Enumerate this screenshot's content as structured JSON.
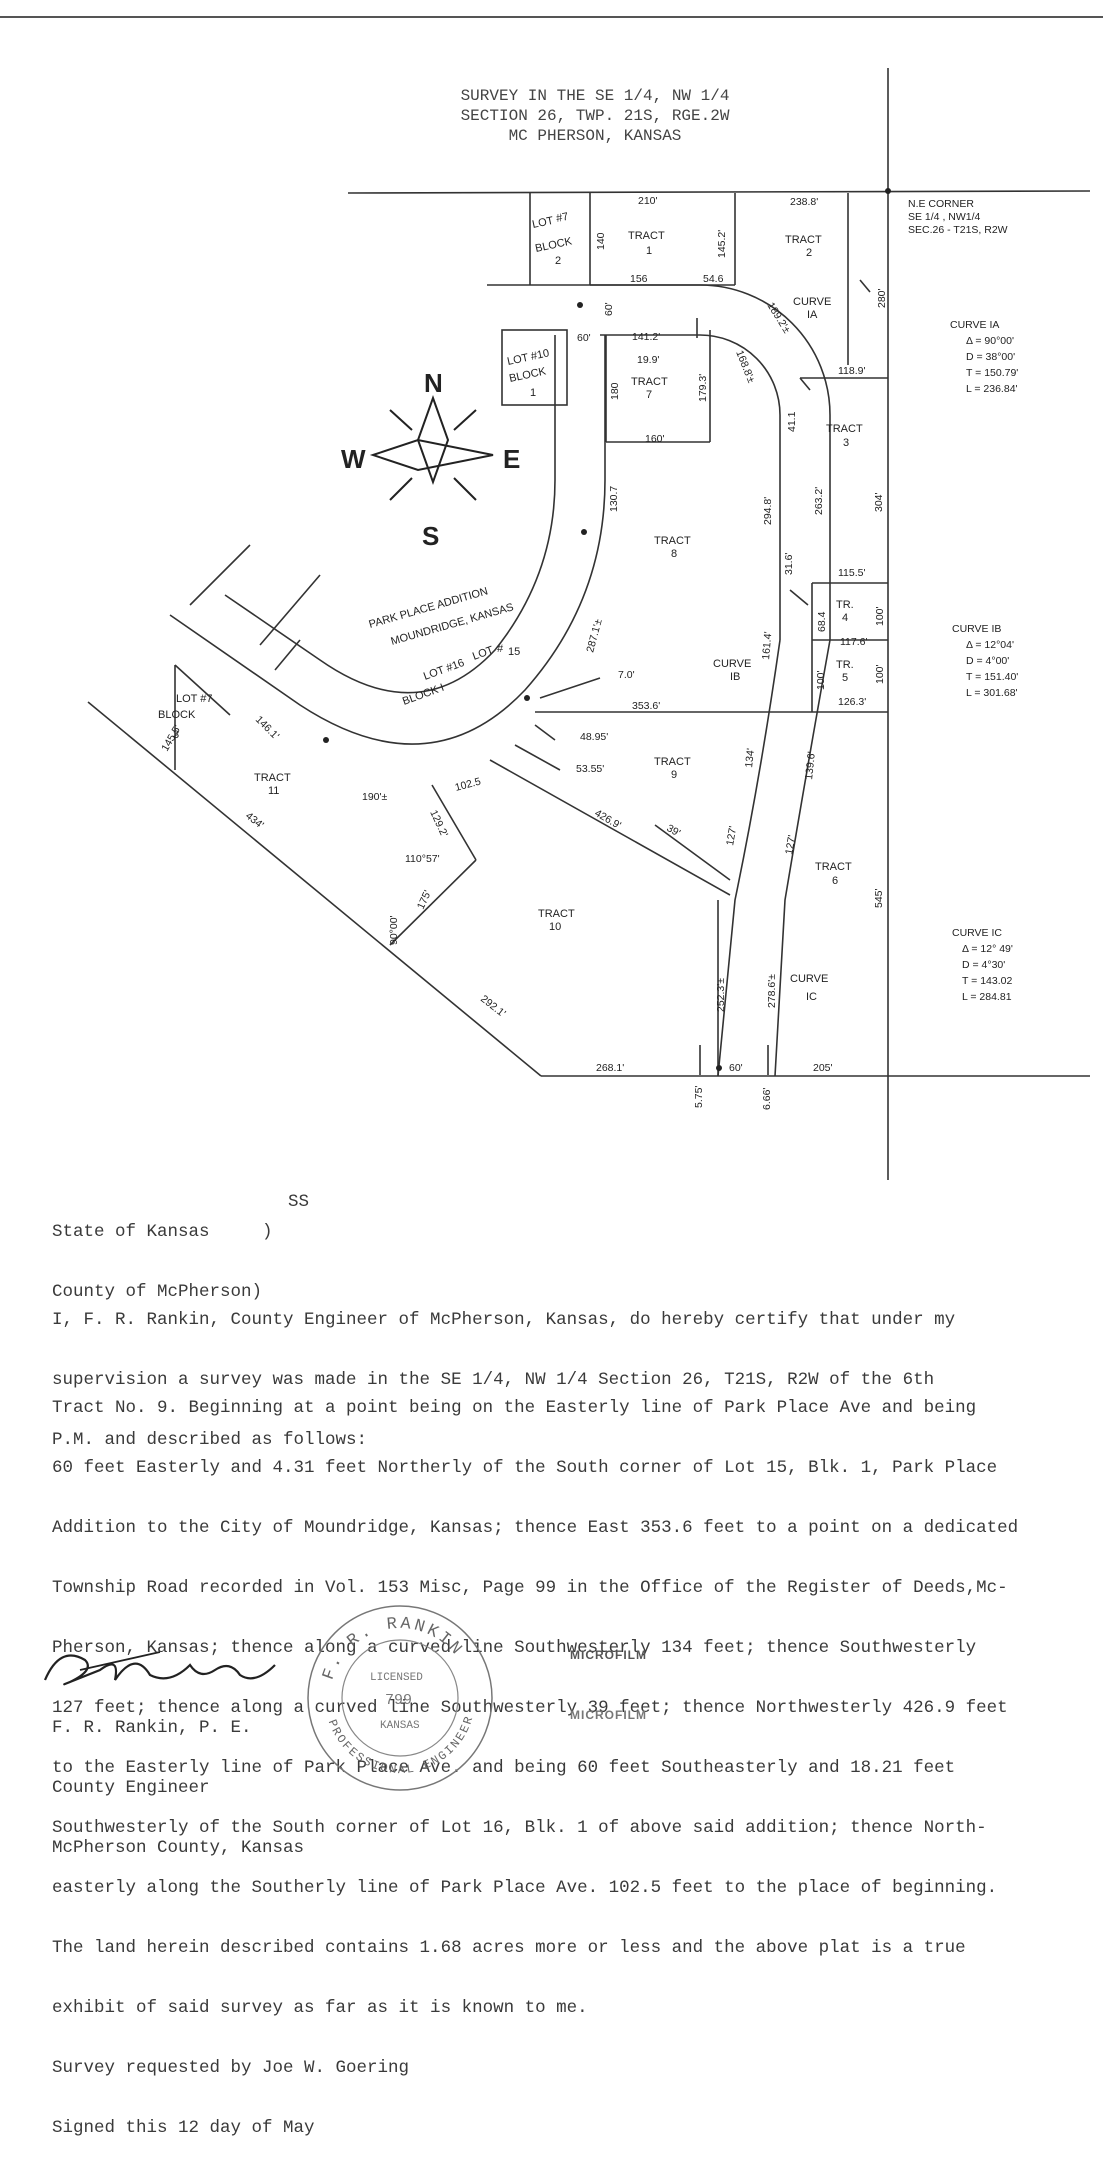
{
  "header": {
    "line1": "SURVEY IN THE SE 1/4, NW 1/4",
    "line2": "SECTION 26, TWP. 21S, RGE.2W",
    "line3": "MC PHERSON, KANSAS"
  },
  "plat": {
    "tracts": {
      "t1": "TRACT",
      "t1n": "1",
      "t2": "TRACT",
      "t2n": "2",
      "t3": "TRACT",
      "t3n": "3",
      "t4": "TR.",
      "t4n": "4",
      "t5": "TR.",
      "t5n": "5",
      "t6": "TRACT",
      "t6n": "6",
      "t7": "TRACT",
      "t7n": "7",
      "t8": "TRACT",
      "t8n": "8",
      "t9": "TRACT",
      "t9n": "9",
      "t10": "TRACT",
      "t10n": "10",
      "t11": "TRACT",
      "t11n": "11"
    },
    "lots": {
      "lot7b2a": "LOT",
      "lot7b2b": "#7",
      "lot7b2c": "BLOCK",
      "lot7b2d": "2",
      "lot10a": "LOT #10",
      "lot10b": "BLOCK",
      "lot10c": "1",
      "lot15a": "LOT",
      "lot15b": "#",
      "lot15c": "15",
      "lot16a": "LOT #16",
      "lot16b": "BLOCK I",
      "lot7b3a": "LOT #7",
      "lot7b3b": "BLOCK",
      "lot7b3c": "3"
    },
    "addition": {
      "line1": "PARK PLACE ADDITION",
      "line2": "MOUNDRIDGE, KANSAS"
    },
    "compass": {
      "n": "N",
      "s": "S",
      "e": "E",
      "w": "W"
    },
    "ne_corner": {
      "line1": "N.E CORNER",
      "line2": "SE 1/4 , NW1/4",
      "line3": "SEC.26 - T21S, R2W"
    },
    "curve_ia": {
      "title": "CURVE IA",
      "delta": "Δ = 90°00'",
      "d": "D = 38°00'",
      "t": "T = 150.79'",
      "l": "L = 236.84'"
    },
    "curve_ib": {
      "title": "CURVE IB",
      "delta": "Δ = 12°04'",
      "d": "D = 4°00'",
      "t": "T = 151.40'",
      "l": "L = 301.68'"
    },
    "curve_ic": {
      "title": "CURVE IC",
      "delta": "Δ = 12° 49'",
      "d": "D = 4°30'",
      "t": "T = 143.02",
      "l": "L = 284.81"
    },
    "curve_labels": {
      "ia1": "CURVE",
      "ia2": "IA",
      "ib1": "CURVE",
      "ib2": "IB",
      "ic1": "CURVE",
      "ic2": "IC"
    },
    "dims": {
      "d210": "210'",
      "d238": "238.8'",
      "d140": "140",
      "d145_2": "145.2'",
      "d280": "280'",
      "d156": "156",
      "d54_6": "54.6",
      "d60a": "60'",
      "d60b": "60'",
      "d189": "189.2'±",
      "d141": "141.2'",
      "d19": "19.9'",
      "d180": "180",
      "d179": "179.3'",
      "d168": "168.8'±",
      "d118": "118.9'",
      "d160": "160'",
      "d41": "41.1",
      "d130": "130.7",
      "d294": "294.8'",
      "d263": "263.2'",
      "d304": "304'",
      "d31": "31.6'",
      "d115": "115.5'",
      "d100a": "100'",
      "d68": "68.4",
      "d117": "117.6'",
      "d100b": "100'",
      "d100c": "100'",
      "d126": "126.3'",
      "d287": "287.1'±",
      "d7": "7.0'",
      "d353": "353.6'",
      "d161": "161.4'",
      "d145_5": "145.5'",
      "d146": "146.1'",
      "d48": "48.95'",
      "d53": "53.55'",
      "d134": "134'",
      "d139": "139.6'",
      "d190": "190'±",
      "d102": "102.5",
      "d426": "426.9'",
      "d39": "39'",
      "d127a": "127'",
      "d127b": "127'",
      "d129": "129.2'",
      "d110": "110°57'",
      "d434": "434'",
      "d90": "90°00'",
      "d175": "175'",
      "d545": "545'",
      "d252": "252.3'±",
      "d278": "278.6'±",
      "d292": "292.1'",
      "d268": "268.1'",
      "d60c": "60'",
      "d205": "205'",
      "d5_75": "5.75'",
      "d6_66": "6.66'"
    }
  },
  "venue": {
    "line1": "State of Kansas     )",
    "line2": "County of McPherson)",
    "ss": "SS"
  },
  "certificate": {
    "intro": [
      "I, F. R. Rankin, County Engineer of McPherson, Kansas, do hereby certify that under my",
      "supervision a survey was made in the SE 1/4, NW 1/4 Section 26, T21S, R2W of the 6th",
      "P.M. and described as follows:"
    ],
    "body": [
      "Tract No. 9.  Beginning at a point being on the Easterly line of Park Place Ave and being",
      "60 feet Easterly and 4.31 feet Northerly of the South corner of Lot 15, Blk. 1, Park Place",
      "Addition to the City of Moundridge, Kansas; thence East 353.6 feet to a point on a dedicated",
      "Township Road recorded in Vol. 153 Misc, Page 99 in the Office of the Register of Deeds,Mc-",
      "Pherson, Kansas; thence along a curved line Southwesterly 134 feet; thence Southwesterly",
      "127 feet; thence along a curved line Southwesterly 39 feet; thence Northwesterly 426.9 feet",
      "to the Easterly line of Park Place Ave. and being 60 feet Southeasterly and 18.21 feet",
      "Southwesterly of the South corner of Lot 16, Blk. 1 of above said addition; thence North-",
      "easterly along the Southerly line of Park Place Ave. 102.5 feet to the place of beginning.",
      "The land herein described contains 1.68 acres more or less and the above plat is a true",
      "exhibit of said survey as far as it is known to me.",
      "Survey requested by Joe W. Goering",
      "Signed this  12  day of May"
    ]
  },
  "signature": {
    "name": "F. R. Rankin, P. E.",
    "title": "County Engineer",
    "county": "McPherson County, Kansas"
  },
  "seal": {
    "top": "F. R. RANKIN",
    "licensed": "LICENSED",
    "number": "799",
    "state": "KANSAS",
    "bottom": "PROFESSIONAL ENGINEER"
  },
  "stamps": {
    "microfilm1": "MICROFILM",
    "microfilm2": "MICROFILM"
  }
}
